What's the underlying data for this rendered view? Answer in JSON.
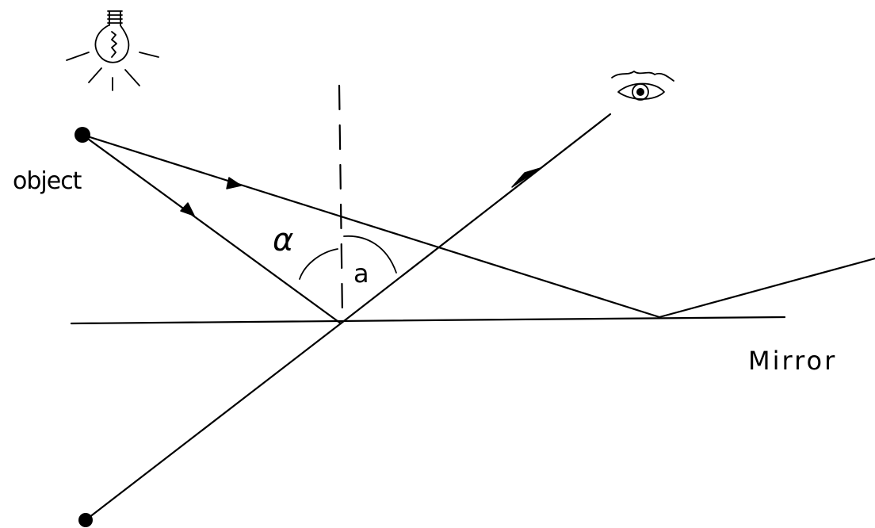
{
  "labels": {
    "object": "object",
    "mirror": "Mirror",
    "angle_incidence": "α",
    "angle_reflection": "a"
  },
  "icons": {
    "light_source": "light-bulb-icon",
    "observer": "eye-icon"
  },
  "colors": {
    "ink": "#000000",
    "background": "#ffffff"
  }
}
